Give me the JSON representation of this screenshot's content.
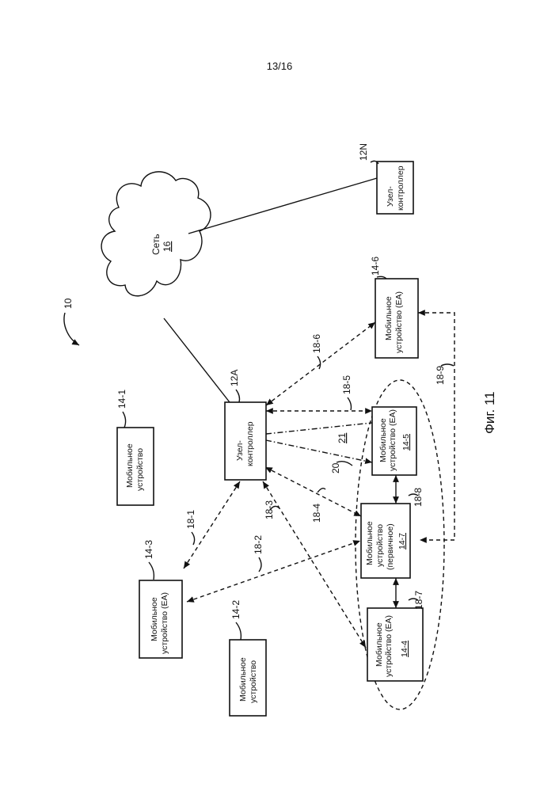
{
  "page_number": "13/16",
  "figure_caption": "Фиг. 11",
  "system_ref": "10",
  "network": {
    "label": "Сеть",
    "number": "16"
  },
  "nodes": {
    "controller_a": {
      "ref": "12A",
      "line1": "Узел-",
      "line2": "контроллер"
    },
    "controller_n": {
      "ref": "12N",
      "line1": "Узел-",
      "line2": "контроллер"
    },
    "dev_14_1": {
      "ref": "14-1",
      "line1": "Мобильное",
      "line2": "устройство"
    },
    "dev_14_2": {
      "ref": "14-2",
      "line1": "Мобильное",
      "line2": "устройство"
    },
    "dev_14_3": {
      "ref": "14-3",
      "line1": "Мобильное",
      "line2": "устройство (ЕА)"
    },
    "dev_14_4": {
      "ref": "14-4",
      "line1": "Мобильное",
      "line2": "устройство (ЕА)",
      "id": "14-4"
    },
    "dev_14_5": {
      "ref": "14-5",
      "line1": "Мобильное",
      "line2": "устройство (ЕА)",
      "id": "14-5"
    },
    "dev_14_6": {
      "ref": "14-6",
      "line1": "Мобильное",
      "line2": "устройство (ЕА)"
    },
    "dev_14_7": {
      "line1": "Мобильное",
      "line2": "устройство",
      "line3": "(первичное)",
      "id": "14-7"
    }
  },
  "links": {
    "l18_1": "18-1",
    "l18_2": "18-2",
    "l18_3": "18-3",
    "l18_4": "18-4",
    "l18_5": "18-5",
    "l18_6": "18-6",
    "l18_7": "18-7",
    "l18_8": "18-8",
    "l18_9": "18-9"
  },
  "group_ref": "20",
  "group_link_ref": "21"
}
